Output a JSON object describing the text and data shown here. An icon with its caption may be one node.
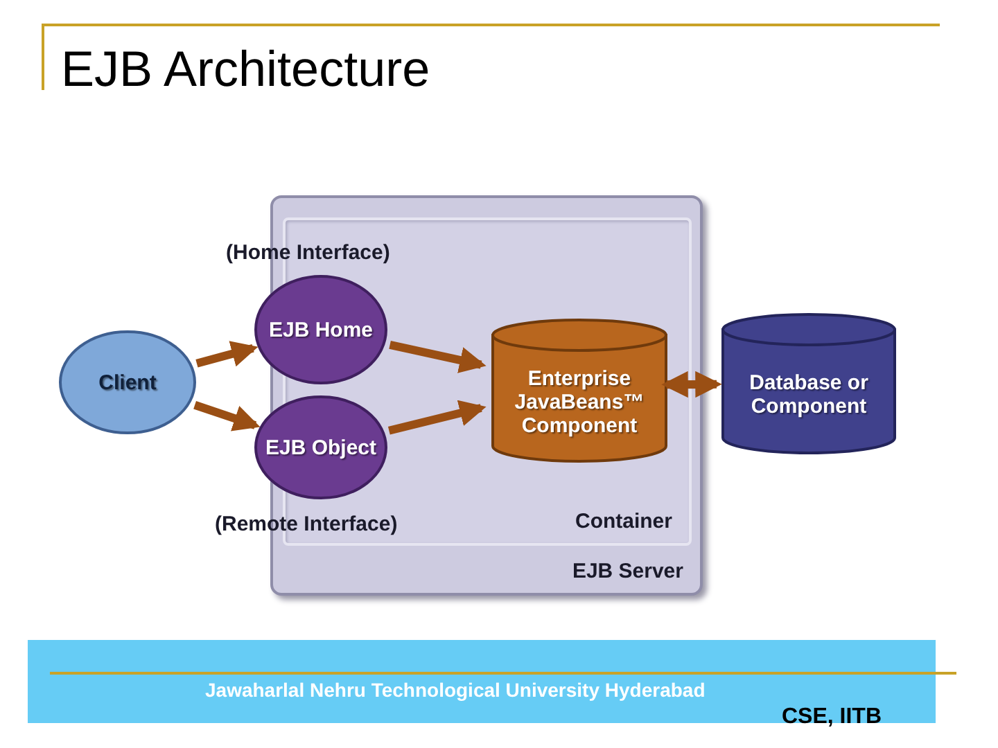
{
  "diagram": {
    "title": "EJB Architecture",
    "nodes": [
      {
        "text": [
          "EJB Server"
        ]
      },
      {
        "text": [
          "Container"
        ],
        "in": 0
      },
      {
        "text": [
          "Client"
        ]
      },
      {
        "text": [
          "EJB Home"
        ],
        "beside": [
          "(Home Interface)"
        ]
      },
      {
        "text": [
          "EJB Object"
        ],
        "beside": [
          "(Remote Interface)"
        ]
      },
      {
        "text": [
          "Enterprise JavaBeans™ Component"
        ],
        "in": 1
      },
      {
        "text": [
          "Database or Component"
        ]
      }
    ],
    "edges": [
      {
        "from": 2,
        "to": 3,
        "arrow": "to"
      },
      {
        "from": 2,
        "to": 4,
        "arrow": "to"
      },
      {
        "from": 3,
        "to": 5,
        "arrow": "to"
      },
      {
        "from": 4,
        "to": 5,
        "arrow": "to"
      },
      {
        "from": 5,
        "to": 6,
        "arrow": "both"
      }
    ],
    "labels": [
      "Jawaharlal Nehru Technological University Hyderabad",
      "CSE, IITB"
    ]
  }
}
